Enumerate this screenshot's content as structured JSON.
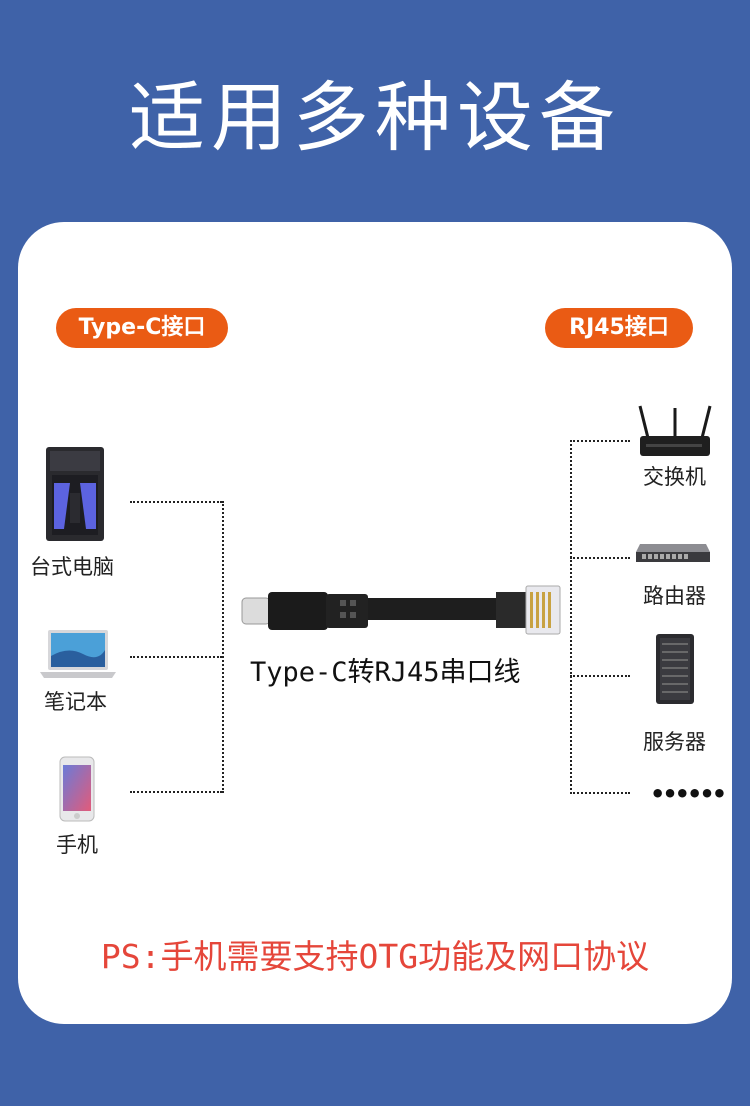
{
  "title": "适用多种设备",
  "left_tag": "Type-C接口",
  "right_tag": "RJ45接口",
  "left_devices": [
    "台式电脑",
    "笔记本",
    "手机"
  ],
  "right_devices": [
    "交换机",
    "路由器",
    "服务器"
  ],
  "more": "••••••",
  "cable_label": "Type-C转RJ45串口线",
  "note": "PS:手机需要支持OTG功能及网口协议",
  "colors": {
    "background": "#3f62a8",
    "accent": "#ea5b14",
    "note": "#e5463a"
  },
  "icons": [
    "desktop-tower-icon",
    "laptop-icon",
    "phone-icon",
    "router-icon",
    "switch-icon",
    "server-icon",
    "cable-icon"
  ]
}
